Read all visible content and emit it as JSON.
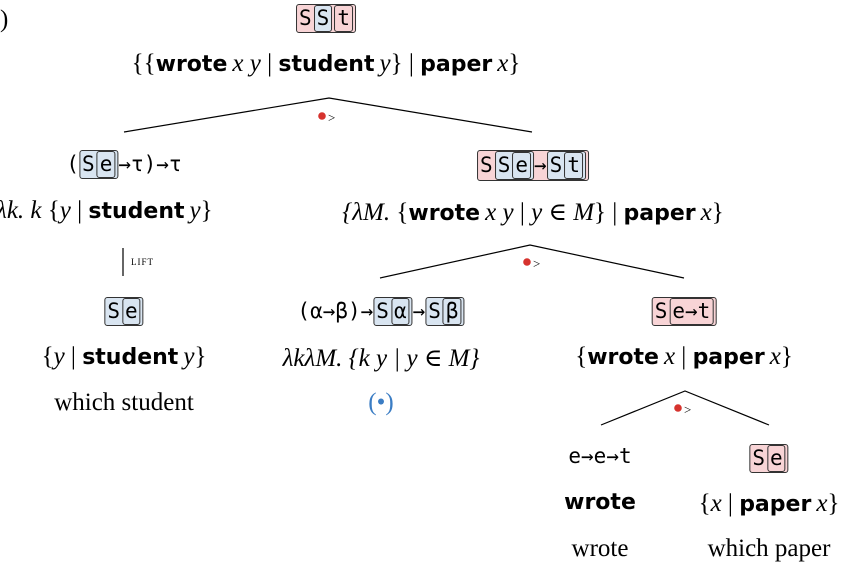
{
  "root": {
    "paren": ")",
    "type": {
      "s1": "S",
      "s2": "S",
      "t": "t"
    },
    "formula": {
      "open": "{{",
      "wrote": "wrote",
      "vars": "x y",
      "bar1": " | ",
      "student": "student",
      "y": "y",
      "close1": "}",
      "bar2": " | ",
      "paper": "paper",
      "x": "x",
      "close2": "}"
    }
  },
  "colors": {
    "red_dot": "#d6332e",
    "blue_dot": "#3b7dc4",
    "pink": "#f8d4d6",
    "blue": "#d9e5f1"
  },
  "left": {
    "type": {
      "open": "(",
      "s": "S",
      "e": "e",
      "arrow1": "→τ)",
      "arrow2": "→τ"
    },
    "formula": {
      "lambda": "λk. k",
      "open": " {",
      "y": "y",
      "bar": " | ",
      "student": "student",
      "y2": "y",
      "close": "}"
    },
    "lift_label": "lift",
    "leaf": {
      "type": {
        "s": "S",
        "e": "e"
      },
      "formula": {
        "open": "{",
        "y": "y",
        "bar": " | ",
        "student": "student",
        "y2": "y",
        "close": "}"
      },
      "word": "which student"
    }
  },
  "right": {
    "type": {
      "s1": "S",
      "s2": "S",
      "e": "e",
      "arrow": "→",
      "s3": "S",
      "t": "t"
    },
    "formula": {
      "lambda": "{λM.",
      "open": " {",
      "wrote": "wrote",
      "vars": "x y",
      "bar": " | ",
      "cond": "y ∈ M",
      "close": "}",
      "bar2": " | ",
      "paper": "paper",
      "x": "x",
      "close2": "}"
    },
    "mid": {
      "type": {
        "prefix": "(α→β)→",
        "s1": "S",
        "a": "α",
        "arrow": "→",
        "s2": "S",
        "b": "β"
      },
      "formula": "λkλM. {k y | y ∈ M}",
      "word": "(•)"
    },
    "sub": {
      "type": {
        "s": "S",
        "e": "e",
        "arrow": "→",
        "t": "t"
      },
      "formula": {
        "open": "{",
        "wrote": "wrote",
        "x": "x",
        "bar": " | ",
        "paper": "paper",
        "x2": "x",
        "close": "}"
      },
      "wrote_leaf": {
        "type": "e→e→t",
        "formula": "wrote",
        "word": "wrote"
      },
      "paper_leaf": {
        "type": {
          "s": "S",
          "e": "e"
        },
        "formula": {
          "open": "{",
          "x": "x",
          "bar": " | ",
          "paper": "paper",
          "x2": "x",
          "close": "}"
        },
        "word": "which paper"
      }
    }
  },
  "apply_marker": ">"
}
